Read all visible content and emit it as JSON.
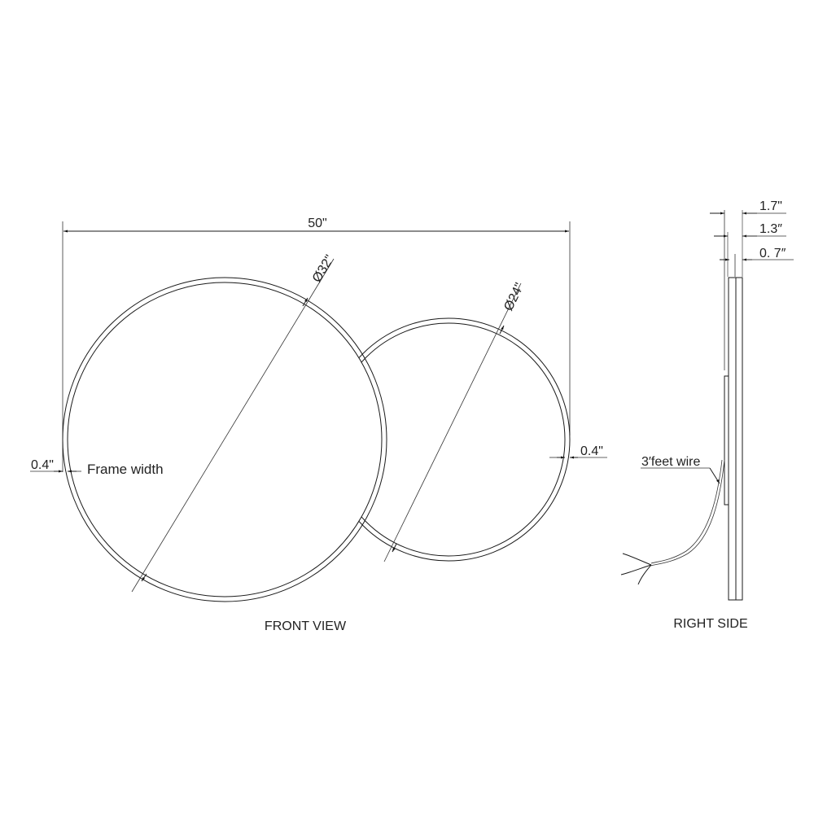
{
  "front_view": {
    "title": "FRONT VIEW",
    "overall_width": "50\"",
    "large_mirror": {
      "diameter": "Ø32\""
    },
    "small_mirror": {
      "diameter": "Ø24\""
    },
    "frame_width_left": {
      "value": "0.4\"",
      "label": "Frame width"
    },
    "frame_width_right": {
      "value": "0.4\""
    }
  },
  "right_side": {
    "title": "RIGHT SIDE",
    "depths": [
      "1.7\"",
      "1.3″",
      "0. 7″"
    ],
    "wire_label": "3′feet wire"
  },
  "colors": {
    "line": "#1a1a1a",
    "text": "#222222",
    "background": "#ffffff"
  }
}
